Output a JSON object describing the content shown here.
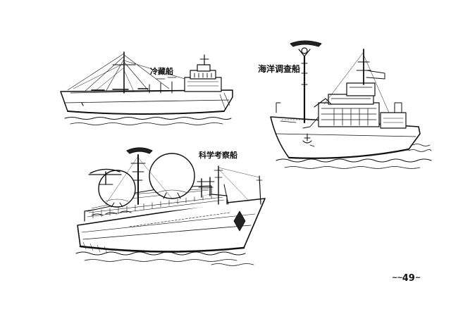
{
  "ships": [
    {
      "id": "reefer",
      "label": "冷藏船"
    },
    {
      "id": "ocean-survey",
      "label": "海洋调查船"
    },
    {
      "id": "science",
      "label": "科学考察船"
    }
  ],
  "page": {
    "number": "49",
    "dash_left": "~~",
    "dash_right": "~"
  },
  "colors": {
    "ink": "#111111",
    "paper": "#ffffff"
  }
}
